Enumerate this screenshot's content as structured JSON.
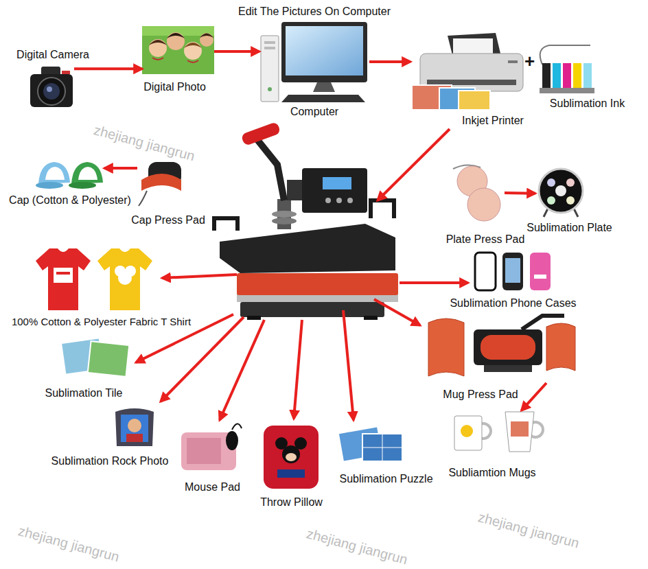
{
  "diagram": {
    "nodes": [
      {
        "text": [
          "Digital Camera"
        ]
      },
      {
        "text": [
          "Digital Photo"
        ]
      },
      {
        "text": [
          "Edit The Pictures On Computer",
          "Computer"
        ]
      },
      {
        "text": [
          "Inkjet Printer"
        ]
      },
      {
        "text": [
          "Sublimation Ink"
        ]
      },
      {
        "text": [
          "Cap Press Pad"
        ]
      },
      {
        "text": [
          "Cap (Cotton & Polyester)"
        ]
      },
      {
        "text": [
          "Plate Press Pad"
        ]
      },
      {
        "text": [
          "Sublimation Plate"
        ]
      },
      {
        "text": [
          "100% Cotton & Polyester Fabric T Shirt"
        ]
      },
      {
        "text": [
          "Sublimation Phone Cases"
        ]
      },
      {
        "text": [
          "Sublimation Tile"
        ]
      },
      {
        "text": [
          "Mug Press Pad"
        ]
      },
      {
        "text": [
          "Sublimation Rock Photo"
        ]
      },
      {
        "text": [
          "Mouse Pad"
        ]
      },
      {
        "text": [
          "Throw Pillow"
        ]
      },
      {
        "text": [
          "Sublimation Puzzle"
        ]
      },
      {
        "text": [
          "Subliamtion Mugs"
        ]
      }
    ],
    "edges": [
      {
        "from": 0,
        "to": 1,
        "arrow": "to"
      },
      {
        "from": 1,
        "to": 2,
        "arrow": "to"
      },
      {
        "from": 2,
        "to": 3,
        "arrow": "to"
      },
      {
        "from": 5,
        "to": 6,
        "arrow": "to"
      },
      {
        "from": 7,
        "to": 8,
        "arrow": "to"
      },
      {
        "from": 12,
        "to": 17,
        "arrow": "to"
      }
    ],
    "labels": [
      "+",
      "zhejiang jiangrun",
      "zhejiang jiangrun",
      "zhejiang jiangrun",
      "zhejiang jiangrun"
    ]
  }
}
